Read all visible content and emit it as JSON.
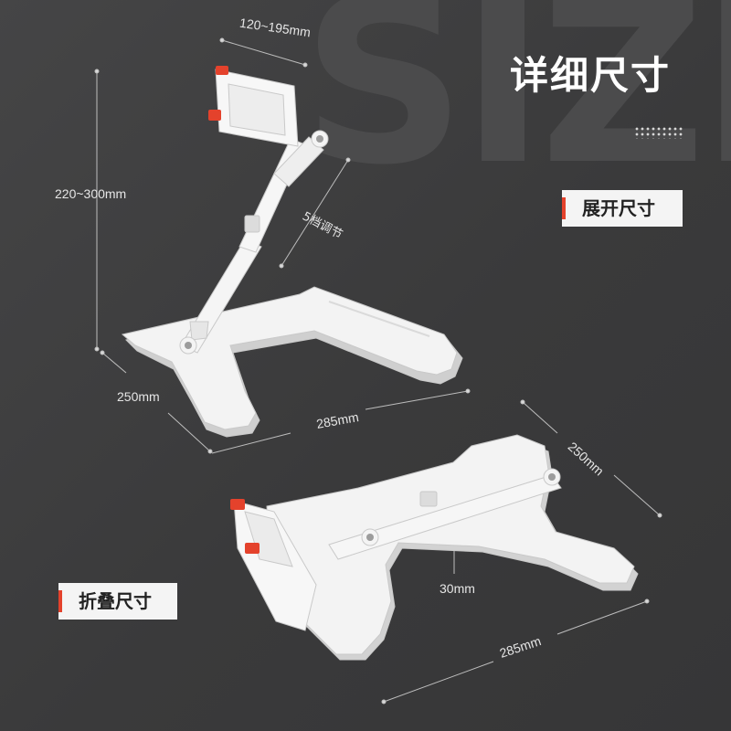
{
  "header": {
    "title": "详细尺寸",
    "watermark": "SIZI"
  },
  "tags": {
    "unfolded": "展开尺寸",
    "folded": "折叠尺寸"
  },
  "unfolded": {
    "clamp_range": "120~195mm",
    "height_range": "220~300mm",
    "adjust_levels": "5档调节",
    "depth": "250mm",
    "width": "285mm"
  },
  "folded": {
    "depth": "250mm",
    "thickness": "30mm",
    "width": "285mm"
  },
  "colors": {
    "background": "#3d3d3e",
    "accent": "#e4422c",
    "product": "#f2f2f2"
  }
}
